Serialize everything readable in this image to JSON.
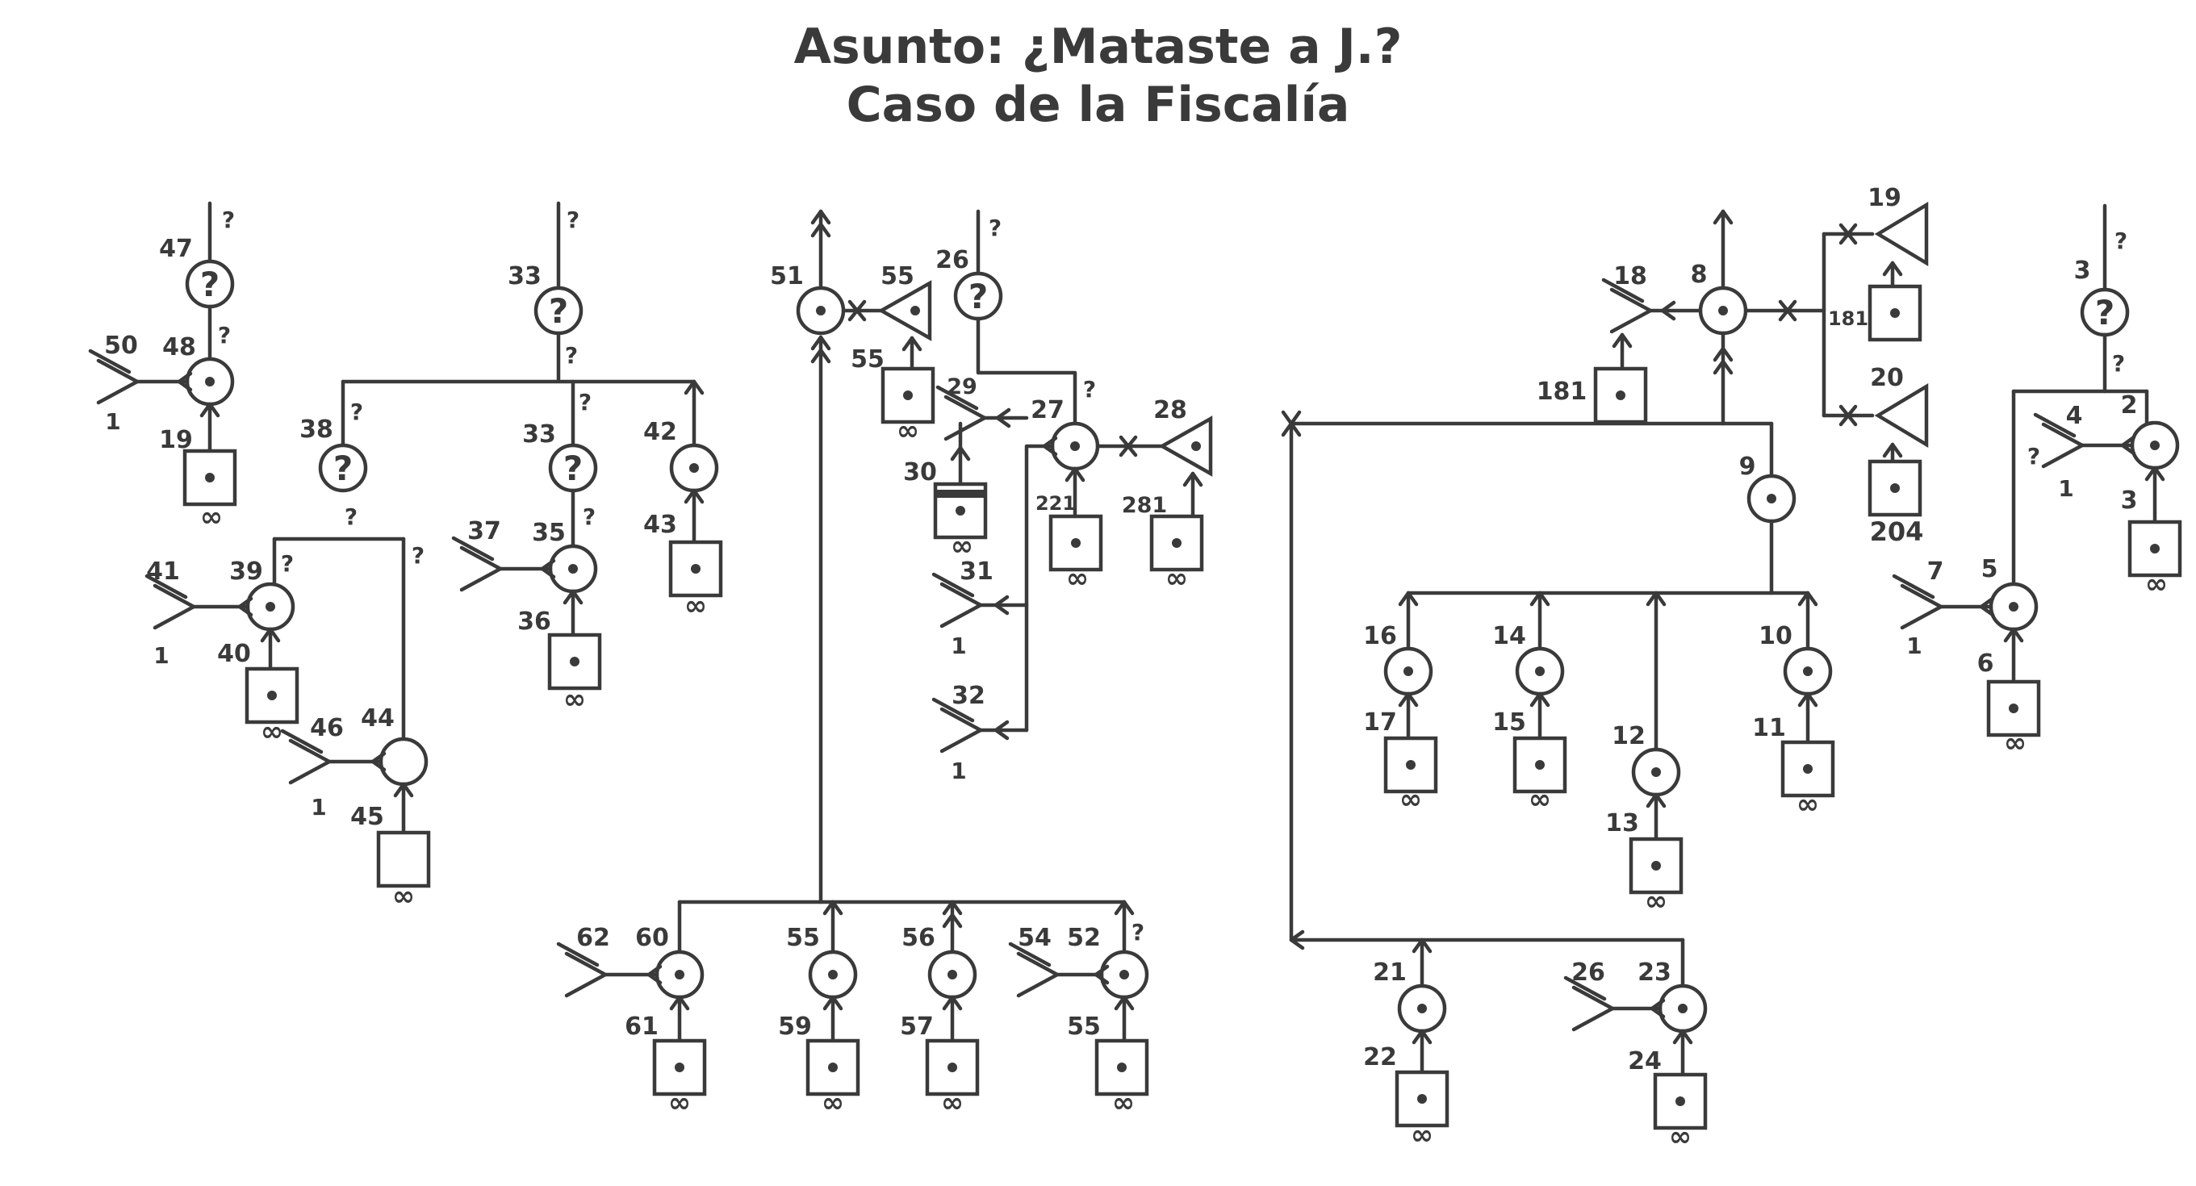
{
  "title": {
    "line1": "Asunto: ¿Mataste a J.?",
    "line2": "Caso de la Fiscalía"
  },
  "colors": {
    "ink": "#3a3a3a",
    "background": "#ffffff"
  },
  "symbols": {
    "circle_dot": "circle-with-dot-node",
    "circle_question": "circle-with-question-mark-node",
    "circle_empty": "empty-circle-node",
    "square_dot": "square-with-dot-node",
    "square_empty": "empty-square-node",
    "triangle_dot": "triangle-with-dot-node",
    "fork": "double-fork-symbol",
    "arrow": "arrow-head",
    "double_arrow": "double-arrow-head"
  },
  "chart_data": {
    "type": "diagram",
    "labels": {
      "n1": "1",
      "n2": "2",
      "n3": "3",
      "n4": "4",
      "n5": "5",
      "n6": "6",
      "n7": "7",
      "n8": "8",
      "n9": "9",
      "n10": "10",
      "n11": "11",
      "n12": "12",
      "n13": "13",
      "n14": "14",
      "n15": "15",
      "n16": "16",
      "n17": "17",
      "n18": "18",
      "n19": "19",
      "n20": "20",
      "n21": "21",
      "n22": "22",
      "n23": "23",
      "n24": "24",
      "n26": "26",
      "n27": "27",
      "n28": "28",
      "n29": "29",
      "n30": "30",
      "n31": "31",
      "n32": "32",
      "n33": "33",
      "n35": "35",
      "n36": "36",
      "n37": "37",
      "n38": "38",
      "n39": "39",
      "n40": "40",
      "n41": "41",
      "n42": "42",
      "n43": "43",
      "n44": "44",
      "n45": "45",
      "n46": "46",
      "n47": "47",
      "n48": "48",
      "n50": "50",
      "n51": "51",
      "n52": "52",
      "n54": "54",
      "n55": "55",
      "n56": "56",
      "n57": "57",
      "n59": "59",
      "n60": "60",
      "n61": "61",
      "n62": "62",
      "n181": "181",
      "n204": "204",
      "n221": "221",
      "n281": "281",
      "q": "?",
      "inf": "∞"
    }
  }
}
